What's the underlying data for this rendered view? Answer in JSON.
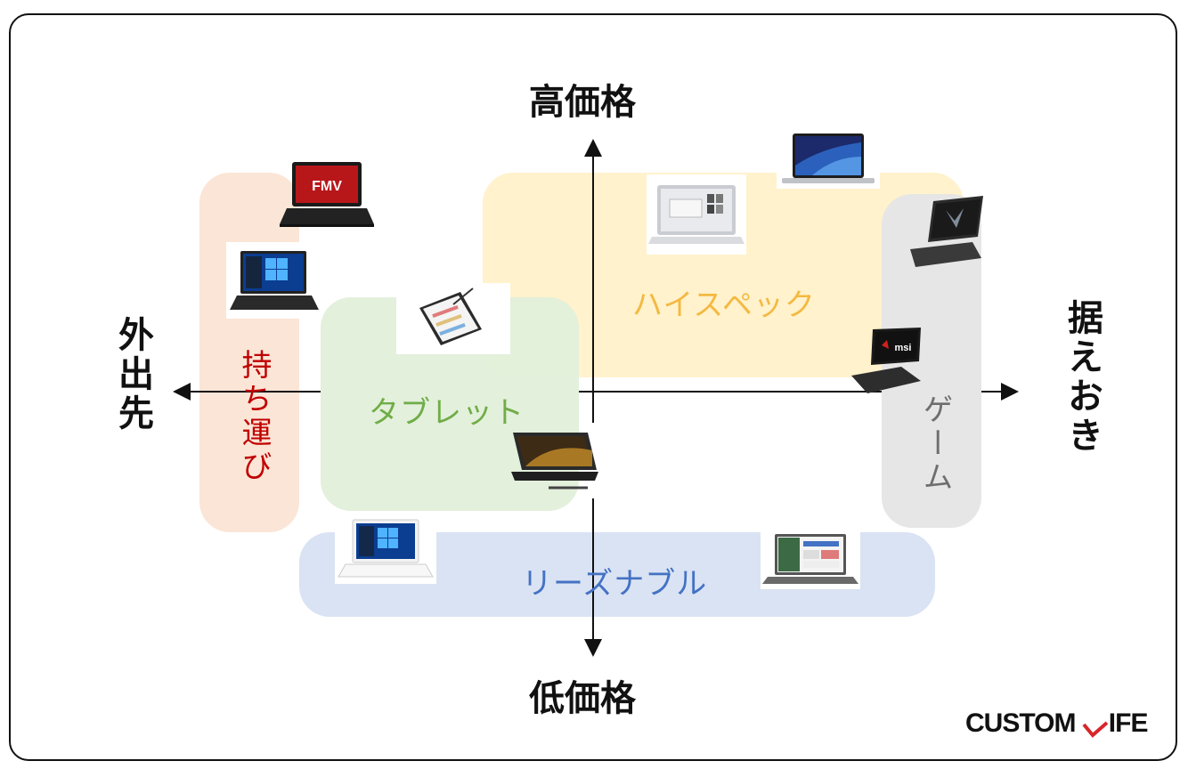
{
  "axes": {
    "top": "高価格",
    "bottom": "低価格",
    "left": "外出先",
    "right": "据えおき"
  },
  "regions": {
    "portable": {
      "label": "持ち運び",
      "fill": "#fbe5d6",
      "text_color": "#c00000"
    },
    "tablet": {
      "label": "タブレット",
      "fill": "#e2efda",
      "text_color": "#70ad47"
    },
    "high_spec": {
      "label": "ハイスペック",
      "fill": "#fff2cc",
      "text_color": "#f4b942"
    },
    "game": {
      "label": "ゲーム",
      "fill": "#e7e6e6",
      "text_color": "#6e6e6e"
    },
    "reasonable": {
      "label": "リーズナブル",
      "fill": "#dae3f3",
      "text_color": "#4472c4"
    }
  },
  "laptops": [
    {
      "name": "fmv-laptop",
      "screen_text": "FMV"
    },
    {
      "name": "windows-laptop-black"
    },
    {
      "name": "tablet-pen-device"
    },
    {
      "name": "silver-ultrabook"
    },
    {
      "name": "macbook-pro"
    },
    {
      "name": "gaming-laptop-dark"
    },
    {
      "name": "msi-gaming-laptop",
      "screen_text": "msi"
    },
    {
      "name": "convertible-laptop"
    },
    {
      "name": "white-windows-laptop"
    },
    {
      "name": "budget-laptop"
    }
  ],
  "brand": {
    "left": "CUSTOM ",
    "mark": "L",
    "right": "IFE"
  }
}
